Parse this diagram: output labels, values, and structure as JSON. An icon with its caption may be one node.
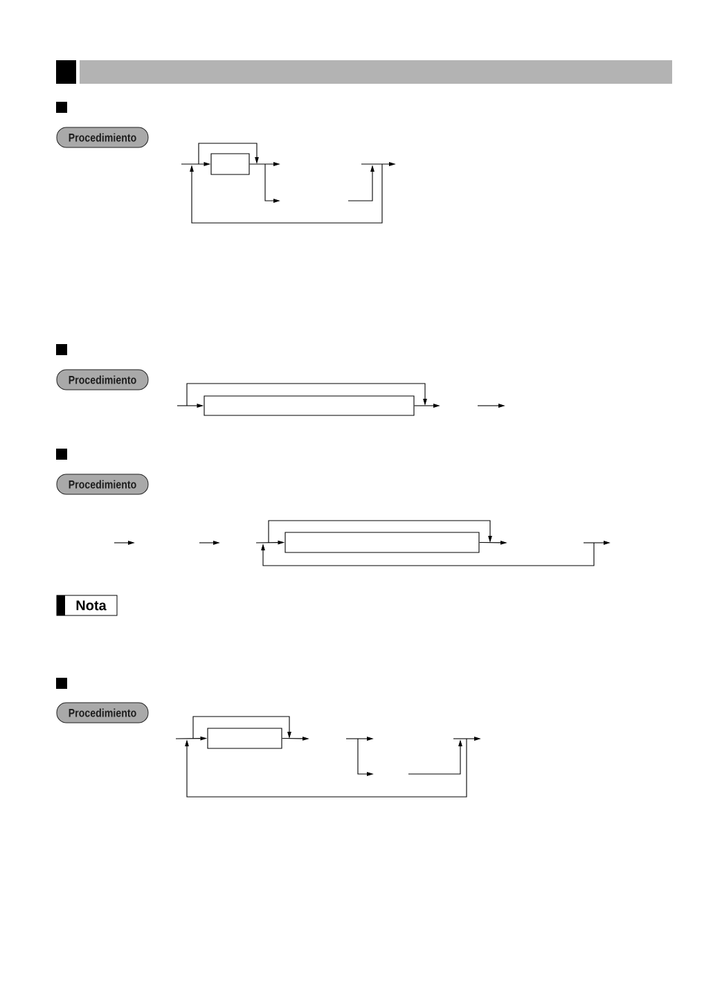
{
  "diagram": {
    "nodes": [
      {
        "text": [
          "Procedimiento"
        ]
      },
      {
        "text": [],
        "shape": "box"
      },
      {
        "text": [
          "Procedimiento"
        ]
      },
      {
        "text": [],
        "shape": "box"
      },
      {
        "text": [
          "Procedimiento"
        ]
      },
      {
        "text": [],
        "shape": "box"
      },
      {
        "text": [
          "Nota"
        ]
      },
      {
        "text": [
          "Procedimiento"
        ]
      },
      {
        "text": [],
        "shape": "box"
      }
    ],
    "edges": [
      {
        "from": null,
        "to": 1,
        "arrow": "to"
      },
      {
        "from": 1,
        "to": null,
        "arrow": "to"
      },
      {
        "from": null,
        "to": 3,
        "arrow": "to"
      },
      {
        "from": 3,
        "to": null,
        "arrow": "to"
      },
      {
        "from": null,
        "to": 5,
        "arrow": "to"
      },
      {
        "from": 5,
        "to": null,
        "arrow": "to"
      },
      {
        "from": null,
        "to": 8,
        "arrow": "to"
      },
      {
        "from": 8,
        "to": null,
        "arrow": "to"
      }
    ]
  }
}
